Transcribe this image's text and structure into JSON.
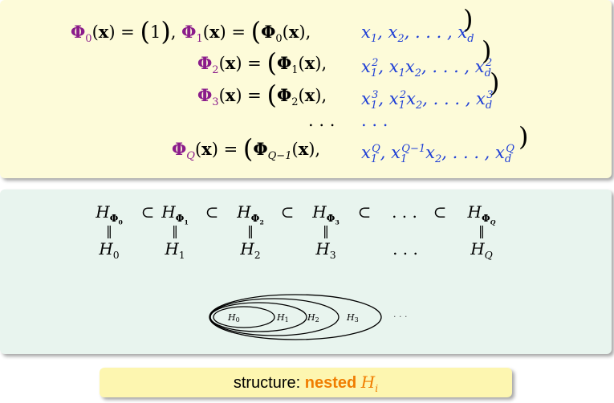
{
  "equations": [
    {
      "lhs": "Φ",
      "lsub": "0",
      "arg": "(x)",
      "eq": "=",
      "mid_paren": "(1)",
      "sep": ",",
      "rhs_lhs": "Φ",
      "rsub": "1",
      "rarg": "(x)",
      "eq2": "=",
      "open": "(",
      "inner": "Φ",
      "isub": "0",
      "iarg": "(x),",
      "terms": "x₁, x₂, . . . , x_d",
      "close": ")"
    },
    {
      "lhs": "Φ",
      "lsub": "2",
      "arg": "(x)",
      "eq": "=",
      "open": "(",
      "inner": "Φ",
      "isub": "1",
      "iarg": "(x),",
      "terms": "x₁², x₁x₂, . . . , x_d²",
      "close": ")"
    },
    {
      "lhs": "Φ",
      "lsub": "3",
      "arg": "(x)",
      "eq": "=",
      "open": "(",
      "inner": "Φ",
      "isub": "2",
      "iarg": "(x),",
      "terms": "x₁³, x₁²x₂, . . . , x_d³",
      "close": ")"
    },
    {
      "dots_mid": ". . .",
      "dots_rhs": ". . ."
    },
    {
      "lhs": "Φ",
      "lsub": "Q",
      "arg": "(x)",
      "eq": "=",
      "open": "(",
      "inner": "Φ",
      "isub": "Q−1",
      "iarg": "(x),",
      "terms": "x₁^Q, x₁^(Q−1)x₂, . . . , x_d^Q",
      "close": ")"
    }
  ],
  "hierarchy": {
    "top": [
      "H_Φ0",
      "⊂",
      "H_Φ1",
      "⊂",
      "H_Φ2",
      "⊂",
      "H_Φ3",
      "⊂",
      ". . .",
      "⊂",
      "H_ΦQ"
    ],
    "equals": "‖",
    "bottom": [
      "H0",
      "H1",
      "H2",
      "H3",
      ". . .",
      "HQ"
    ]
  },
  "diagram": {
    "labels": [
      "H0",
      "H1",
      "H2",
      "H3"
    ],
    "ellipsis": "· · ·"
  },
  "structure": {
    "prefix": "structure:",
    "keyword": "nested",
    "symbol": "H",
    "sub": "i"
  },
  "colors": {
    "phi": "#8b1c8b",
    "terms": "#1f3fd6",
    "keyword": "#f07d00",
    "yellow_box": "#fdfbd9",
    "green_box": "#e8f4ee",
    "structure_box": "#fdf6b0"
  }
}
